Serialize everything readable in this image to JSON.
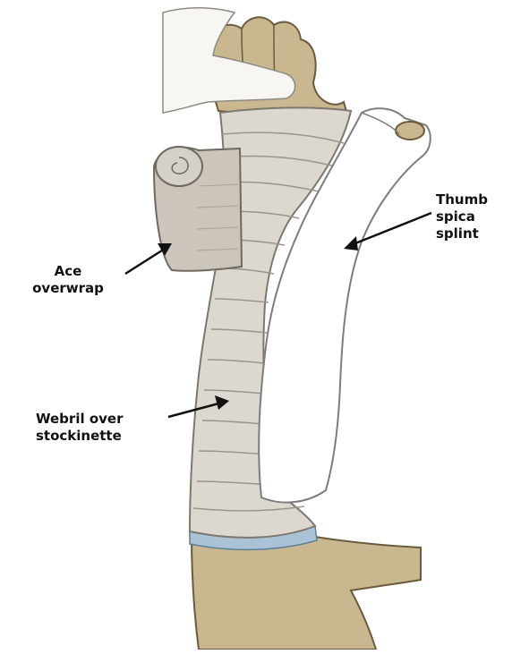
{
  "labels": {
    "thumb_spica_splint": [
      "Thumb",
      "spica",
      "splint"
    ],
    "ace_overwrap": [
      "Ace",
      "overwrap"
    ],
    "webril_over_stockinette": [
      "Webril over",
      "stockinette"
    ]
  },
  "colors": {
    "skin": "#c9b88f",
    "skin_outline": "#6b5a3c",
    "bandage": "#dcd8cf",
    "bandage_line": "#9a958a",
    "ace_roll": "#cbc5bb",
    "splint": "#ffffff",
    "splint_outline": "#7d7d7d",
    "stockinette_band": "#a9c2d6",
    "glove": "#f7f6f2",
    "arrow": "#111111"
  }
}
